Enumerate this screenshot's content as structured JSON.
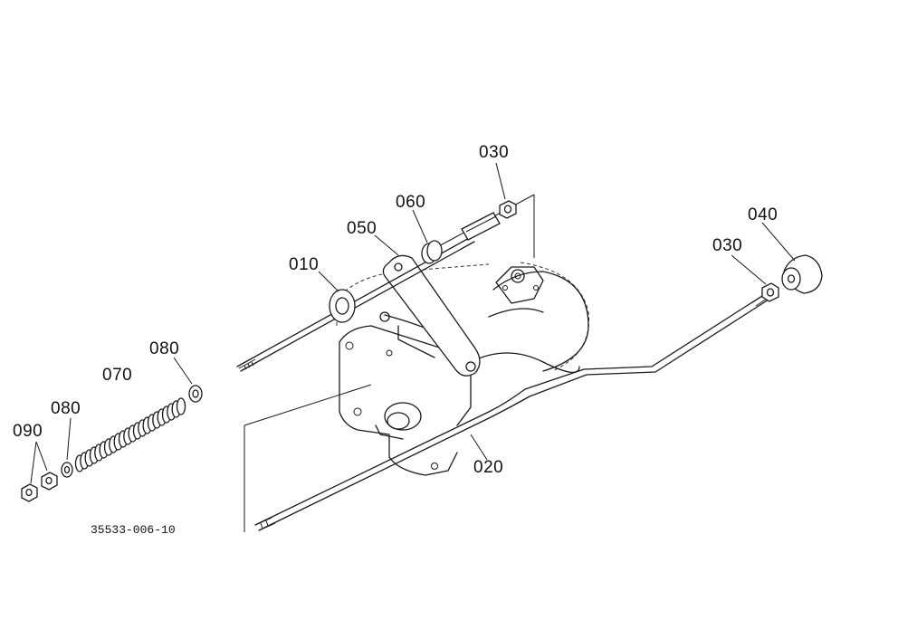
{
  "labels": {
    "p010": "010",
    "p020": "020",
    "p030a": "030",
    "p030b": "030",
    "p040": "040",
    "p050": "050",
    "p060": "060",
    "p070": "070",
    "p080a": "080",
    "p080b": "080",
    "p090": "090"
  },
  "drawing_code": "35533-006-10"
}
